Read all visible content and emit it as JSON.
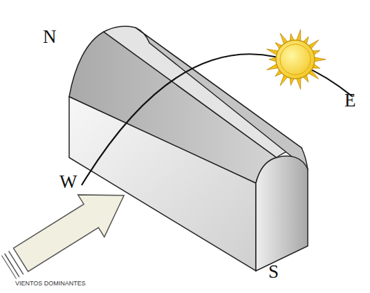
{
  "diagram": {
    "labels": [
      "N",
      "W",
      "E",
      "S",
      "VIENTOS DOMINANTES"
    ]
  }
}
